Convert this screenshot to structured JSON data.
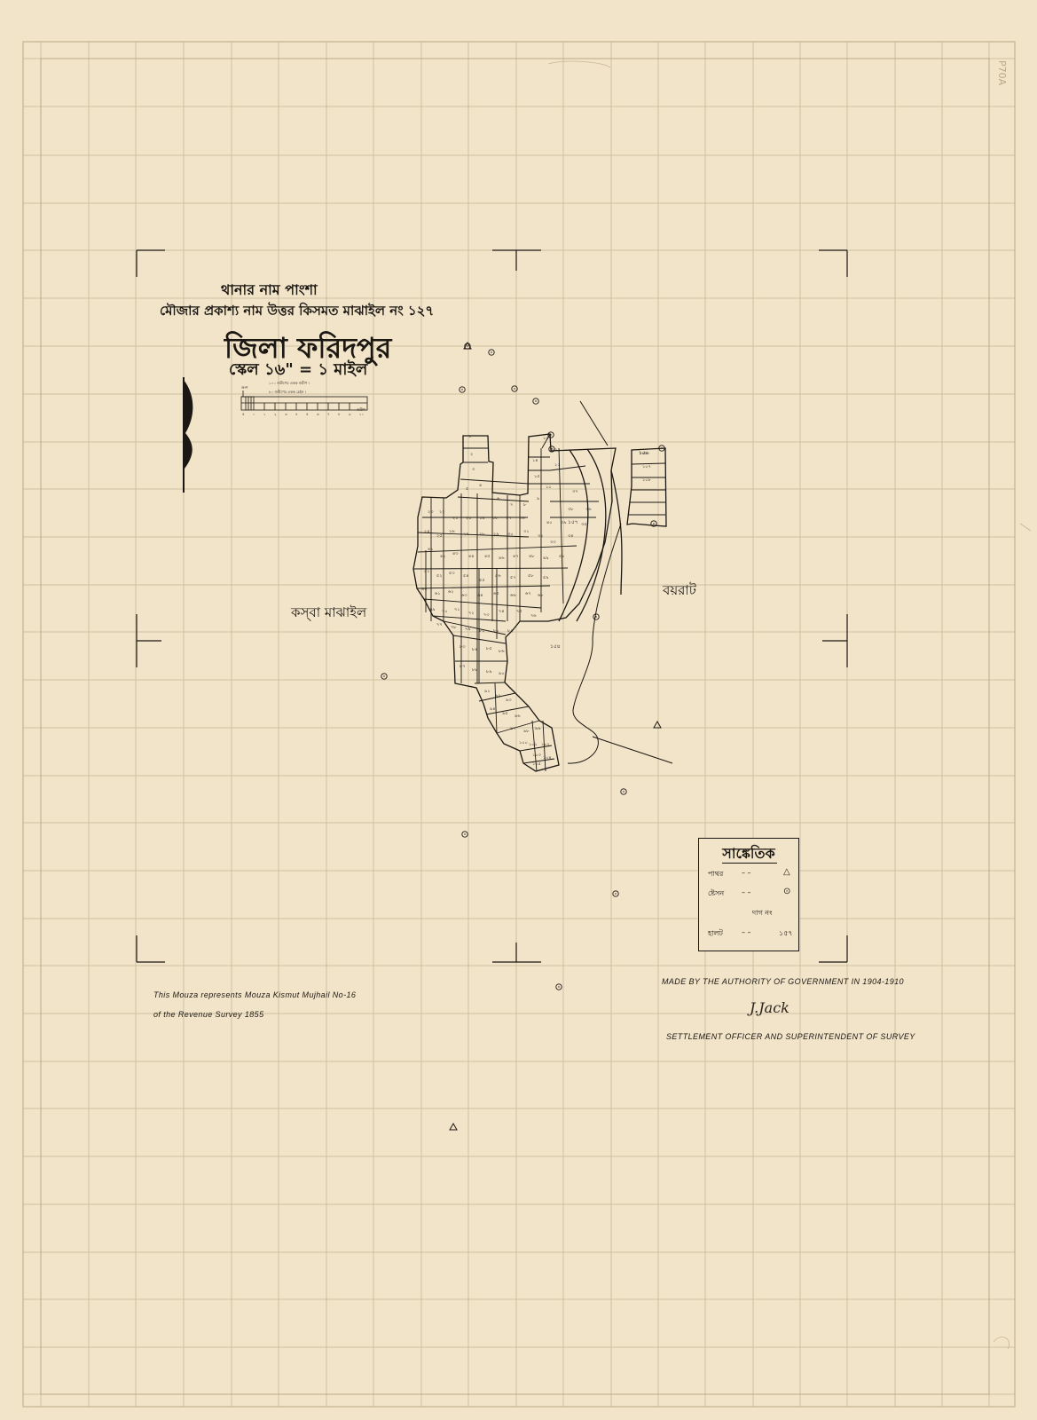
{
  "header": {
    "thana_line": "থানার নাম পাংশা",
    "mouza_line": "মৌজার প্রকাশ্য নাম উত্তর কিসমত মাঝাইল নং ১২৭",
    "district_title": "জিলা ফরিদপুর",
    "scale_line": "স্কেল ১৬\" = ১ মাইল",
    "scale_bar": {
      "left_label": "অংশ",
      "note_1": "১০০ জরীপের একক জরীপ ।",
      "note_2": "৮০ জরীপের একক চেইন ।",
      "unit_label": "জরীপ",
      "numbers": [
        "৫",
        "০",
        "১",
        "২",
        "৩",
        "৪",
        "৫",
        "৬",
        "৭",
        "৮",
        "৯",
        "১০"
      ]
    }
  },
  "map": {
    "neighbor_left": "কস্‌বা মাঝাইল",
    "neighbor_right": "বয়রাট",
    "plot_numbers": [
      "১",
      "২",
      "৩",
      "৪",
      "৫",
      "৬",
      "৭",
      "৮",
      "৯",
      "১০",
      "১১",
      "১২",
      "১৩",
      "১৪",
      "১৫",
      "১৬",
      "১৭",
      "১৮",
      "১৯",
      "২০",
      "২১",
      "২২",
      "২৩",
      "২৪",
      "২৫",
      "২৬",
      "২৭",
      "২৮",
      "২৯",
      "৩০",
      "৩১",
      "৩২",
      "৩৩",
      "৩৪",
      "৩৫",
      "৩৬",
      "৩৭",
      "৩৮",
      "৩৯",
      "৪০",
      "৪১",
      "৪২",
      "৪৩",
      "৪৪",
      "৪৫",
      "৪৬",
      "৪৭",
      "৪৮",
      "৪৯",
      "৫০",
      "৫১",
      "৫২",
      "৫৩",
      "৫৪",
      "৫৫",
      "৫৬",
      "৫৭",
      "৫৮",
      "৫৯",
      "৬০",
      "৬১",
      "৬২",
      "৬৩",
      "৬৪",
      "৬৫",
      "৬৬",
      "৬৭",
      "৬৮",
      "৬৯",
      "৭০",
      "৭১",
      "৭২",
      "৭৩",
      "৭৪",
      "৭৫",
      "৭৬",
      "৭৭",
      "৭৮",
      "৭৯",
      "৮০",
      "৮১",
      "৮২",
      "৮৩",
      "৮৪",
      "৮৫",
      "৮৬",
      "৮৭",
      "৮৮",
      "৮৯",
      "৯০",
      "৯১",
      "৯২",
      "৯৩",
      "৯৪",
      "৯৫",
      "৯৬",
      "৯৭",
      "৯৮",
      "৯৯",
      "১০০",
      "১০১",
      "১০২",
      "১০৩",
      "১০৪",
      "১০৫",
      "১০৬",
      "১০৭",
      "১০৮",
      "১০৯",
      "১১০",
      "১১১",
      "১১২",
      "১১৩",
      "১১৪",
      "১১৫",
      "১১৬",
      "১১৭",
      "১১৮",
      "১১৯",
      "১২০",
      "১২১",
      "১২২",
      "১২৩",
      "১২৪",
      "১২৫",
      "১২৬",
      "১২৭",
      "১২৮",
      "১২৯",
      "১৩০",
      "১৩১",
      "১৩২",
      "১৩৩",
      "১৩৪",
      "১৩৫",
      "১৩৬",
      "১৩৭",
      "১৩৮",
      "১৩৯",
      "১৪০",
      "১৪১",
      "১৪২",
      "১৪৩",
      "১৪৪",
      "১৪৫",
      "১৪৬",
      "১৪৭",
      "১৪৮",
      "১৪৯",
      "১৫০",
      "১৫১",
      "১৫২",
      "১৫৩",
      "১৫৪",
      "১৫৫",
      "১৫৬",
      "১৫৭"
    ],
    "symbols": {
      "trijunction": "triangle-icon",
      "station": "circle-dot-icon"
    }
  },
  "legend": {
    "title": "সাঙ্কেতিক",
    "rows": [
      {
        "label": "পাথর",
        "dashes": "– –",
        "symbol": "△"
      },
      {
        "label": "ষ্টেসন",
        "dashes": "– –",
        "symbol": "⊙"
      },
      {
        "label": "",
        "dashes": "",
        "symbol": "দাগ নং"
      },
      {
        "label": "হালট",
        "dashes": "– –",
        "symbol": "১৫৭"
      }
    ]
  },
  "footer": {
    "revenue_note_1": "This Mouza represents Mouza  Kismut Mujhail No-16",
    "revenue_note_2": "of the Revenue  Survey 1855",
    "authority": "MADE BY THE  AUTHORITY OF  GOVERNMENT  IN 1904-1910",
    "signature": "J.Jack",
    "officer": "SETTLEMENT  OFFICER AND SUPERINTENDENT OF SURVEY"
  },
  "margin_mark": "P70A",
  "colors": {
    "paper": "#f2e4c9",
    "grid": "#cdbf9f",
    "ink": "#1b1712"
  }
}
